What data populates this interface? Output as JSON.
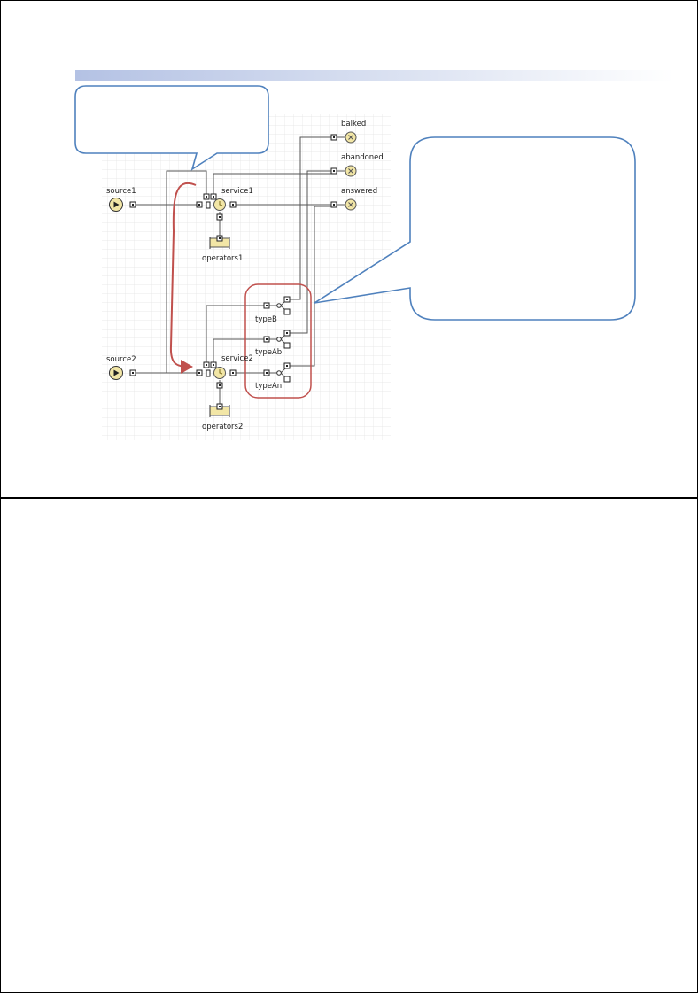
{
  "slides": [
    {
      "nodes": {
        "source1": "source1",
        "source2": "source2",
        "service1": "service1",
        "service2": "service2",
        "operators1": "operators1",
        "operators2": "operators2",
        "balked": "balked",
        "abandoned": "abandoned",
        "answered": "answered",
        "typeB": "typeB",
        "typeAb": "typeAb",
        "typeAn": "typeAn"
      },
      "callouts": {
        "left": "",
        "right": ""
      },
      "colors": {
        "highlight": "#c0504d",
        "callout_stroke": "#4f81bd",
        "block_fill": "#f2e6a6",
        "grid": "#e2e2e2"
      }
    },
    {}
  ]
}
